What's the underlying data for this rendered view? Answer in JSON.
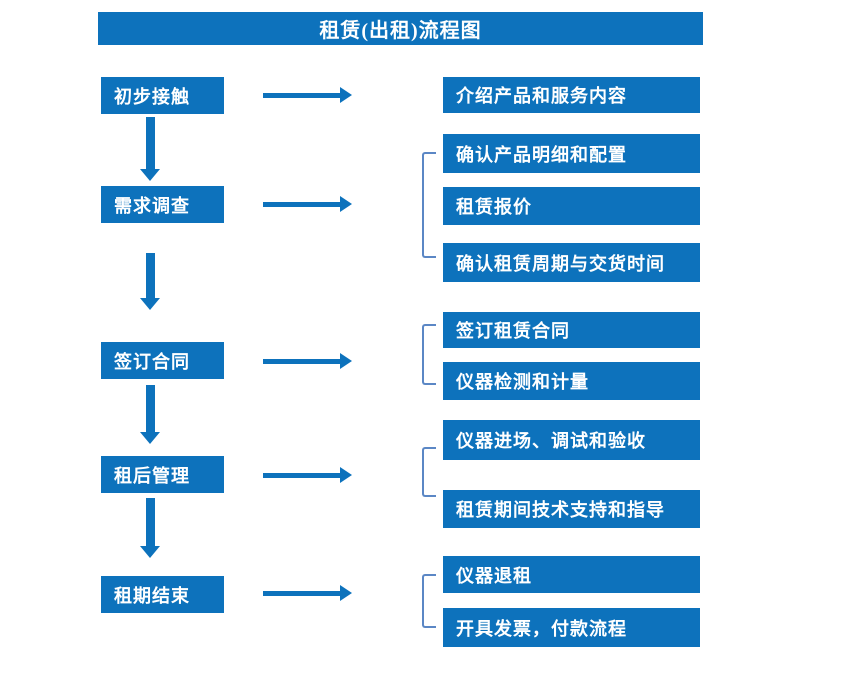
{
  "title": "租赁(出租)流程图",
  "colors": {
    "primary": "#0d72bc",
    "bracket": "#5b87c5",
    "background": "#ffffff",
    "text": "#ffffff"
  },
  "steps": [
    {
      "label": "初步接触",
      "details": [
        "介绍产品和服务内容"
      ]
    },
    {
      "label": "需求调查",
      "details": [
        "确认产品明细和配置",
        "租赁报价",
        "确认租赁周期与交货时间"
      ]
    },
    {
      "label": "签订合同",
      "details": [
        "签订租赁合同",
        "仪器检测和计量"
      ]
    },
    {
      "label": "租后管理",
      "details": [
        "仪器进场、调试和验收",
        "租赁期间技术支持和指导"
      ]
    },
    {
      "label": "租期结束",
      "details": [
        "仪器退租",
        "开具发票，付款流程"
      ]
    }
  ]
}
